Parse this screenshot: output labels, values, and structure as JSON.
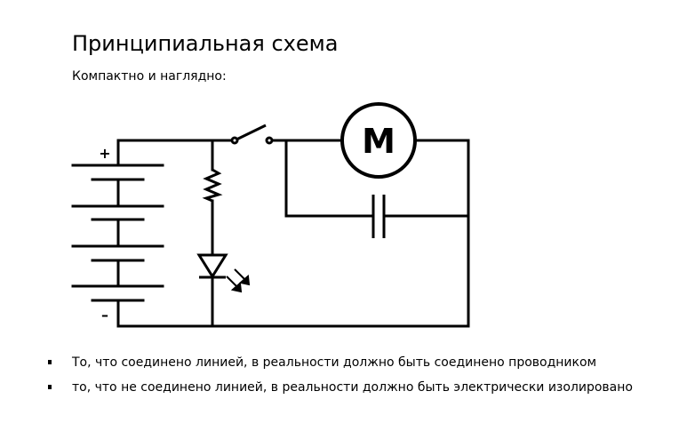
{
  "title": "Принципиальная схема",
  "subtitle": "Компактно и наглядно:",
  "schematic": {
    "battery_plus": "+",
    "battery_minus": "–",
    "motor_label": "M"
  },
  "bullets": [
    "То, что соединено линией, в реальности должно быть соединено проводником",
    "то, что не соединено линией, в реальности должно быть электрически изолировано"
  ]
}
